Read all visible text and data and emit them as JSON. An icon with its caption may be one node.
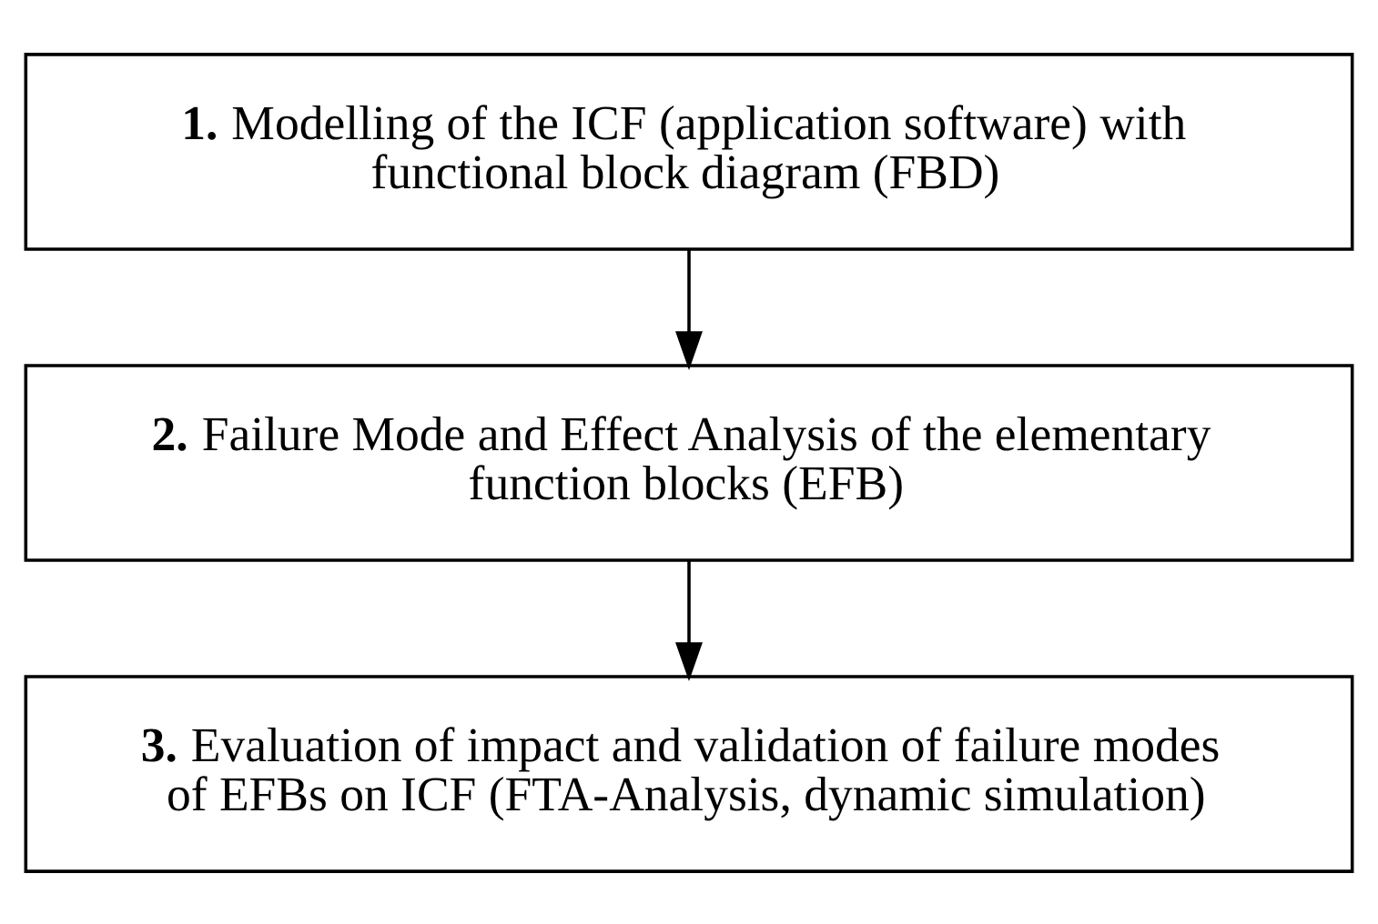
{
  "diagram": {
    "nodes": [
      {
        "text": [
          "**1.** Modelling of the ICF (application software) with functional block diagram (FBD)"
        ]
      },
      {
        "text": [
          "**2.** Failure Mode and Effect Analysis of the elementary function blocks (EFB)"
        ]
      },
      {
        "text": [
          "**3.** Evaluation of impact and validation of failure modes of EFBs on ICF (FTA-Analysis, dynamic simulation)"
        ]
      }
    ],
    "edges": [
      {
        "from": 0,
        "to": 1,
        "arrow": "to"
      },
      {
        "from": 1,
        "to": 2,
        "arrow": "to"
      }
    ]
  }
}
